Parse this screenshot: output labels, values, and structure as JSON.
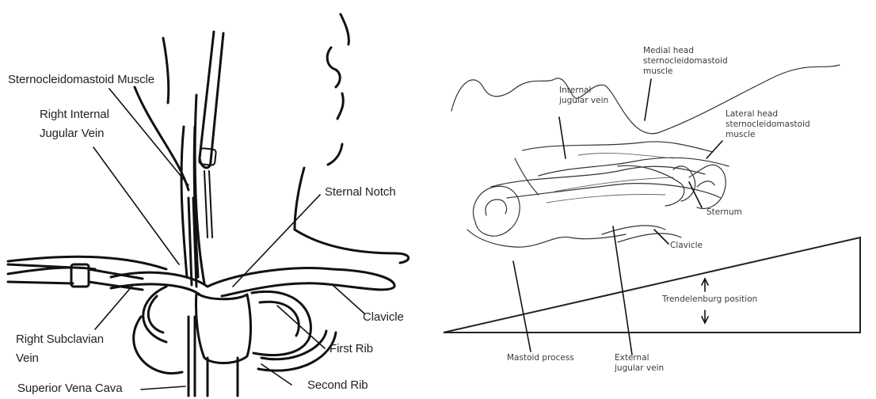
{
  "left_diagram": {
    "labels": {
      "sternocleidomastoid": "Sternocleidomastoid Muscle",
      "right_internal_jugular_line1": "Right Internal",
      "right_internal_jugular_line2": "Jugular Vein",
      "sternal_notch": "Sternal Notch",
      "clavicle": "Clavicle",
      "right_subclavian_line1": "Right Subclavian",
      "right_subclavian_line2": "Vein",
      "first_rib": "First Rib",
      "superior_vena_cava": "Superior Vena Cava",
      "second_rib": "Second Rib"
    }
  },
  "right_diagram": {
    "labels": {
      "medial_head_line1": "Medial head",
      "medial_head_line2": "sternocleidomastoid",
      "medial_head_line3": "muscle",
      "internal_jugular_line1": "Internal",
      "internal_jugular_line2": "jugular vein",
      "lateral_head_line1": "Lateral head",
      "lateral_head_line2": "sternocleidomastoid",
      "lateral_head_line3": "muscle",
      "sternum": "Sternum",
      "clavicle": "Clavicle",
      "trendelenburg": "Trendelenburg position",
      "mastoid_process": "Mastoid process",
      "external_jugular_line1": "External",
      "external_jugular_line2": "jugular vein"
    }
  }
}
